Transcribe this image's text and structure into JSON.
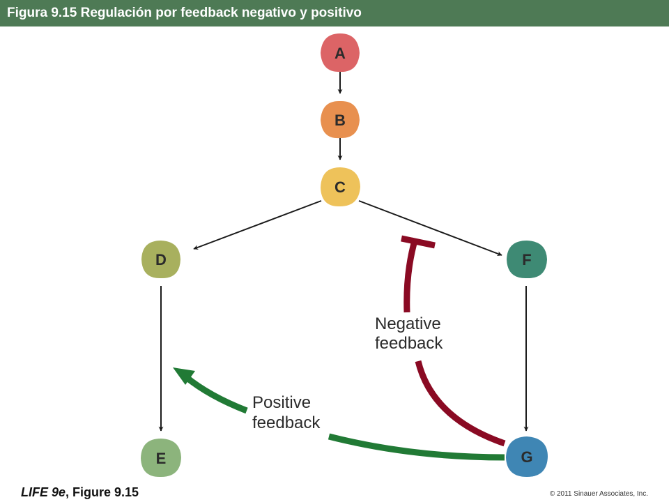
{
  "header": {
    "title": "Figura 9.15  Regulación por feedback negativo y positivo",
    "background_color": "#4e7a55"
  },
  "nodes": [
    {
      "id": "A",
      "label": "A",
      "color": "#dc6466"
    },
    {
      "id": "B",
      "label": "B",
      "color": "#e8904f"
    },
    {
      "id": "C",
      "label": "C",
      "color": "#eec25a"
    },
    {
      "id": "D",
      "label": "D",
      "color": "#a8b05e"
    },
    {
      "id": "E",
      "label": "E",
      "color": "#8cb47c"
    },
    {
      "id": "F",
      "label": "F",
      "color": "#3e8a74"
    },
    {
      "id": "G",
      "label": "G",
      "color": "#3f86b4"
    }
  ],
  "edges": [
    {
      "from": "A",
      "to": "B"
    },
    {
      "from": "B",
      "to": "C"
    },
    {
      "from": "C",
      "to": "D"
    },
    {
      "from": "C",
      "to": "F"
    },
    {
      "from": "D",
      "to": "E"
    },
    {
      "from": "F",
      "to": "G"
    }
  ],
  "feedback": {
    "negative": {
      "line1": "Negative",
      "line2": "feedback",
      "from": "G",
      "target": "C-to-F",
      "color": "#8a0a23"
    },
    "positive": {
      "line1": "Positive",
      "line2": "feedback",
      "from": "G",
      "target": "D-to-E",
      "color": "#217a35"
    }
  },
  "footer": {
    "book": "LIFE 9e",
    "figure": ", Figure 9.15",
    "copyright": "© 2011 Sinauer Associates, Inc."
  }
}
